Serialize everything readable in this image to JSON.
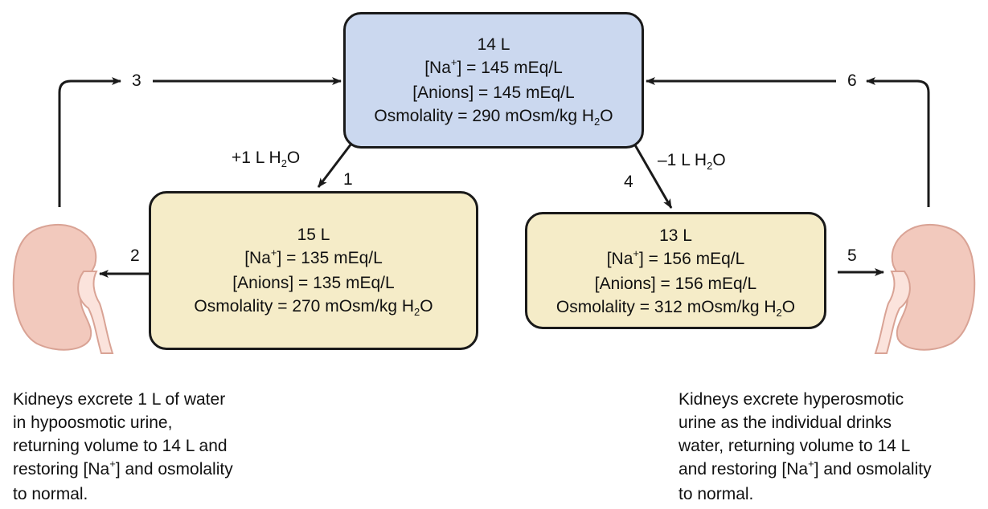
{
  "colors": {
    "box_plasma": "#cbd8ef",
    "box_altered": "#f5ecc8",
    "kidney": "#f2c9bd",
    "kidney_pelvis": "#fbe3dc",
    "stroke": "#1a1a1a"
  },
  "boxes": {
    "top": {
      "volume": "14 L",
      "na_prefix": "[Na",
      "na_sup": "+",
      "na_suffix": "] = 145 mEq/L",
      "anions": "[Anions] = 145 mEq/L",
      "osm_prefix": "Osmolality = 290 mOsm/kg H",
      "osm_sub": "2",
      "osm_suffix": "O"
    },
    "left": {
      "volume": "15 L",
      "na_prefix": "[Na",
      "na_sup": "+",
      "na_suffix": "] = 135 mEq/L",
      "anions": "[Anions] = 135 mEq/L",
      "osm_prefix": "Osmolality = 270 mOsm/kg H",
      "osm_sub": "2",
      "osm_suffix": "O"
    },
    "right": {
      "volume": "13 L",
      "na_prefix": "[Na",
      "na_sup": "+",
      "na_suffix": "] = 156 mEq/L",
      "anions": "[Anions] = 156 mEq/L",
      "osm_prefix": "Osmolality = 312 mOsm/kg H",
      "osm_sub": "2",
      "osm_suffix": "O"
    }
  },
  "labels": {
    "plus_water_prefix": "+1 L H",
    "plus_water_sub": "2",
    "plus_water_suffix": "O",
    "minus_water_prefix": "–1 L H",
    "minus_water_sub": "2",
    "minus_water_suffix": "O",
    "step1": "1",
    "step2": "2",
    "step3": "3",
    "step4": "4",
    "step5": "5",
    "step6": "6"
  },
  "captions": {
    "left": {
      "line1": "Kidneys excrete 1 L of water",
      "line2": "in hypoosmotic urine,",
      "line3": "returning volume to 14 L and",
      "line4_prefix": "restoring [Na",
      "line4_sup": "+",
      "line4_suffix": "] and osmolality",
      "line5": "to normal."
    },
    "right": {
      "line1": "Kidneys excrete hyperosmotic",
      "line2": "urine as the individual drinks",
      "line3": "water, returning volume to 14 L",
      "line4_prefix": "and restoring [Na",
      "line4_sup": "+",
      "line4_suffix": "] and osmolality",
      "line5": "to normal."
    }
  },
  "icons": [
    "kidney-left-icon",
    "kidney-right-icon"
  ]
}
